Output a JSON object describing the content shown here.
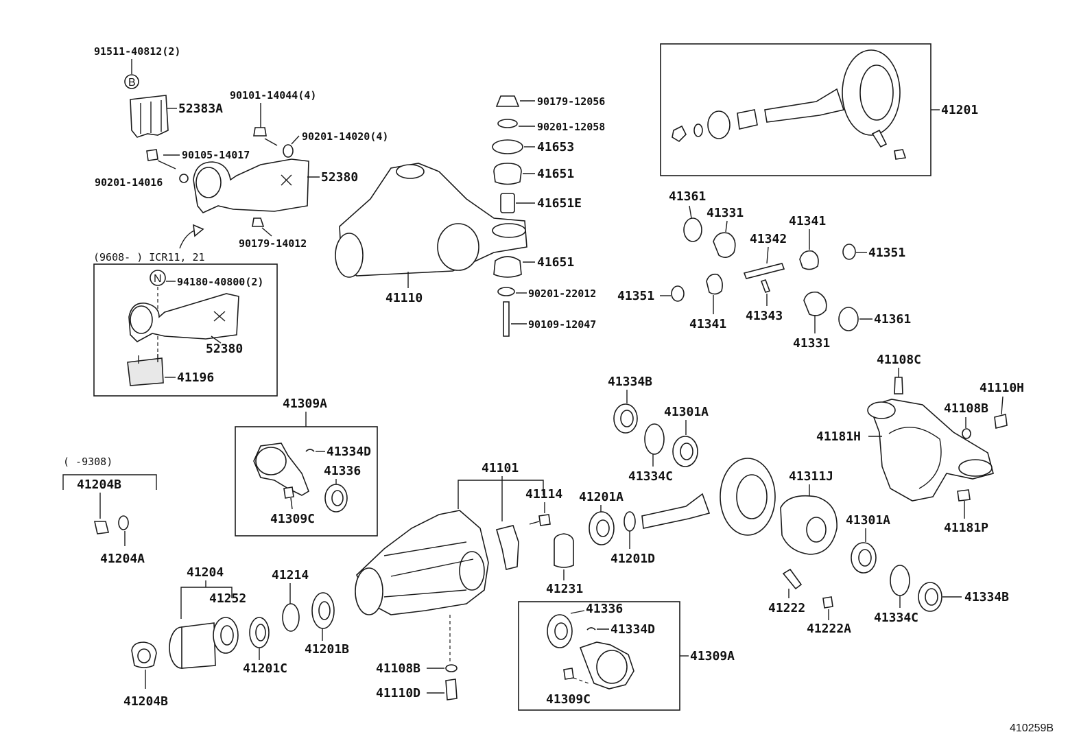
{
  "diagram_ref": "410259B",
  "notes": {
    "date_range_1": "(9608-    ) ICR11, 21",
    "date_range_2": "(     -9308)"
  },
  "callouts": {
    "c91511": "91511-40812(2)",
    "c52383a": "52383A",
    "c90101": "90101-14044(4)",
    "c90201_14020": "90201-14020(4)",
    "c90105": "90105-14017",
    "c90201_14016": "90201-14016",
    "c52380_top": "52380",
    "c90179_14012": "90179-14012",
    "c94180": "94180-40800(2)",
    "c52380_box": "52380",
    "c41196": "41196",
    "c90179_12056": "90179-12056",
    "c90201_12058": "90201-12058",
    "c41653": "41653",
    "c41651_top": "41651",
    "c41651e": "41651E",
    "c41651_bot": "41651",
    "c90201_22012": "90201-22012",
    "c90109": "90109-12047",
    "c41110": "41110",
    "c41201": "41201",
    "c41361_a": "41361",
    "c41331_a": "41331",
    "c41342": "41342",
    "c41341_a": "41341",
    "c41351_r": "41351",
    "c41351_l": "41351",
    "c41341_b": "41341",
    "c41343": "41343",
    "c41331_b": "41331",
    "c41361_b": "41361",
    "c41108c": "41108C",
    "c41110h": "41110H",
    "c41108b_r": "41108B",
    "c41181h": "41181H",
    "c41181p": "41181P",
    "c41334b_top": "41334B",
    "c41301a_top": "41301A",
    "c41334c_top": "41334C",
    "c41309a_top": "41309A",
    "c41334d_top": "41334D",
    "c41336_top": "41336",
    "c41309c_top": "41309C",
    "c41204b_top": "41204B",
    "c41204a": "41204A",
    "c41101": "41101",
    "c41114": "41114",
    "c41201a": "41201A",
    "c41231": "41231",
    "c41201d": "41201D",
    "c41311j": "41311J",
    "c41301a_bot": "41301A",
    "c41222": "41222",
    "c41222a": "41222A",
    "c41334c_bot": "41334C",
    "c41334b_bot": "41334B",
    "c41204": "41204",
    "c41252": "41252",
    "c41214": "41214",
    "c41201c": "41201C",
    "c41201b": "41201B",
    "c41204b_bot": "41204B",
    "c41108b_bot": "41108B",
    "c41110d": "41110D",
    "c41336_bot": "41336",
    "c41334d_bot": "41334D",
    "c41309a_bot": "41309A",
    "c41309c_bot": "41309C"
  },
  "markers": {
    "b": "B",
    "n": "N"
  }
}
